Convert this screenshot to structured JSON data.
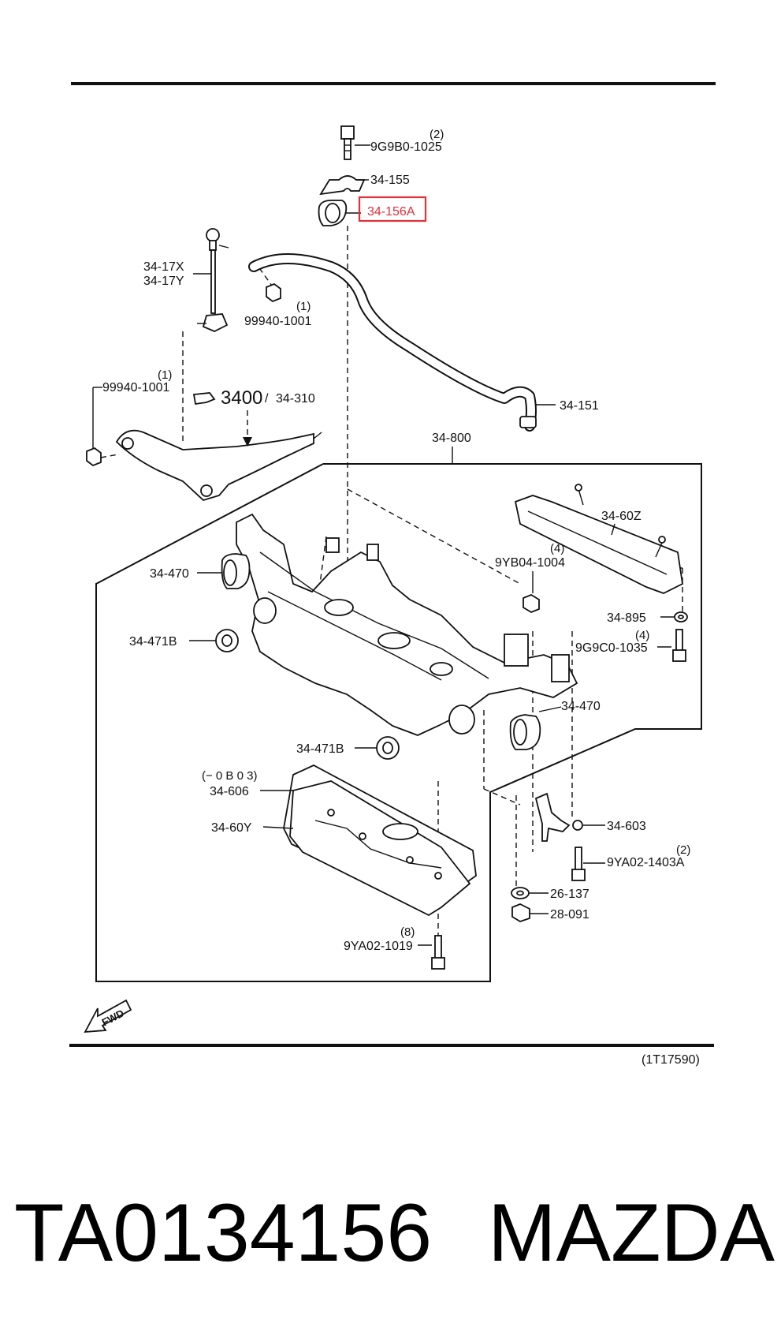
{
  "diagram": {
    "labels": {
      "bolt_top_qty": "(2)",
      "bolt_top": "9G9B0-1025",
      "bracket": "34-155",
      "bushing_highlight": "34-156A",
      "link_x": "34-17X",
      "link_y": "34-17Y",
      "nut_link_qty": "(1)",
      "nut_link": "99940-1001",
      "nut_arm_qty": "(1)",
      "nut_arm": "99940-1001",
      "arm_main": "3400",
      "arm_sep": "/",
      "arm_alt": "34-310",
      "stabilizer": "34-151",
      "crossmember": "34-800",
      "reinforce": "34-60Z",
      "nut_fr_qty": "(4)",
      "nut_fr": "9YB04-1004",
      "bushing_left": "34-470",
      "washer_left": "34-471B",
      "washer_right": "34-895",
      "bolt_right_qty": "(4)",
      "bolt_right": "9G9C0-1035",
      "bushing_right": "34-470",
      "washer_lower": "34-471B",
      "plate_note": "(− 0 B 0 3)",
      "plate_upper": "34-606",
      "plate_lower": "34-60Y",
      "bracket_right": "34-603",
      "bolt_br_qty": "(2)",
      "bolt_br": "9YA02-1403A",
      "washer_br": "26-137",
      "nut_br": "28-091",
      "bolt_bottom_qty": "(8)",
      "bolt_bottom": "9YA02-1019",
      "fwd": "FWD",
      "ref_code": "(1T17590)"
    },
    "highlight_color": "#e0303a"
  },
  "caption": {
    "part_number": "TA0134156",
    "brand": "MAZDA"
  }
}
